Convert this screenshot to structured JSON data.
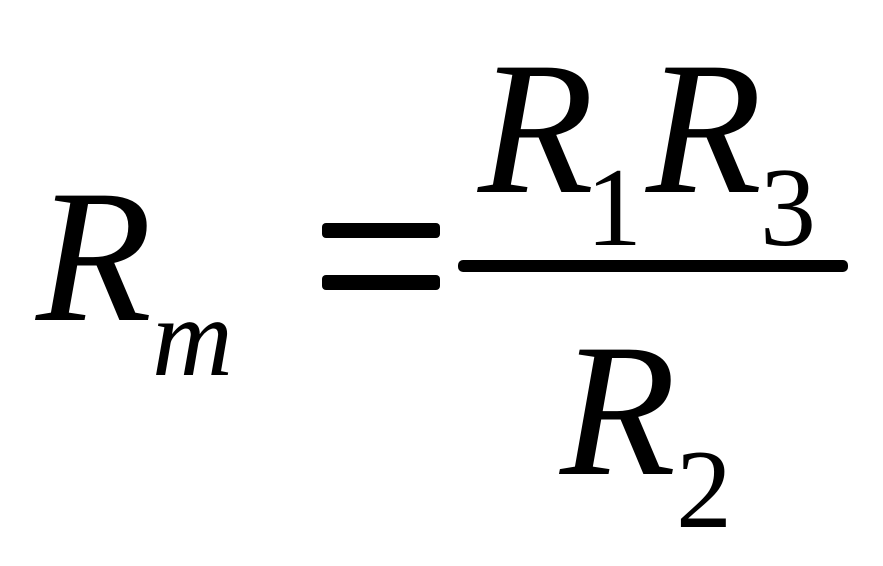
{
  "formula": {
    "lhs": {
      "symbol": "R",
      "subscript": "m"
    },
    "operator": "=",
    "numerator": [
      {
        "symbol": "R",
        "subscript": "1"
      },
      {
        "symbol": "R",
        "subscript": "3"
      }
    ],
    "denominator": {
      "symbol": "R",
      "subscript": "2"
    }
  }
}
